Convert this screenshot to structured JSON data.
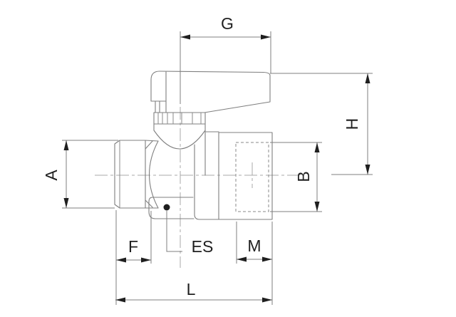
{
  "drawing": {
    "labels": {
      "g": "G",
      "h": "H",
      "a": "A",
      "b": "B",
      "f": "F",
      "es": "ES",
      "m": "M",
      "l": "L"
    }
  },
  "colors": {
    "background": "#ffffff",
    "outline": "#7f7f7f",
    "dimension_line": "#7f7f7f",
    "arrow_and_text": "#1f1f1f",
    "centerline": "#a8a8a8",
    "thread_dashed": "#8a8a8a",
    "es_dot": "#1f1f1f"
  }
}
